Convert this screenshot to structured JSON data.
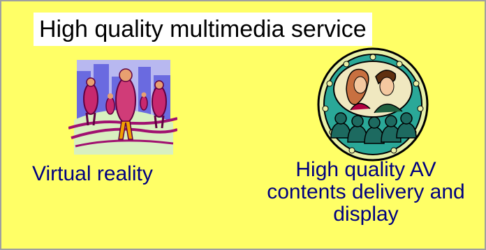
{
  "colors": {
    "slide_background": "#ffff66",
    "title_background": "#ffffff",
    "title_text": "#000000",
    "caption_text": "#000080"
  },
  "slide": {
    "title": "High quality multimedia service",
    "items": [
      {
        "caption": "Virtual reality",
        "icon": "virtual-reality-clipart"
      },
      {
        "caption_lines": [
          "High quality AV",
          "contents delivery and",
          "display"
        ],
        "icon": "movie-theater-couple-clipart"
      }
    ]
  }
}
